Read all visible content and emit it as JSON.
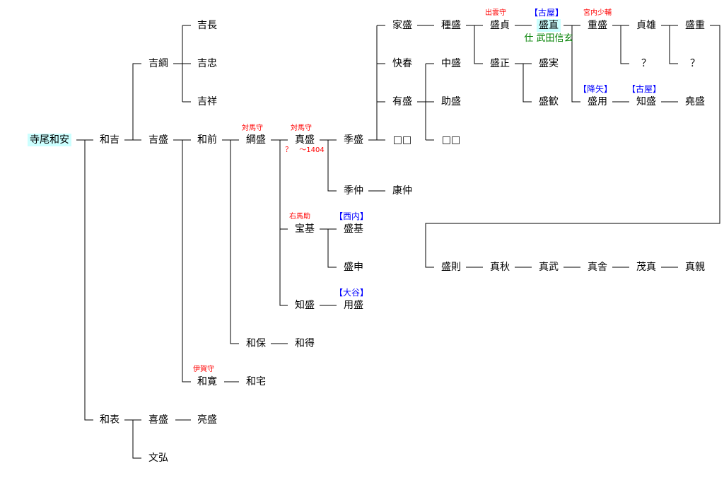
{
  "colors": {
    "title": "#ff0000",
    "clan": "#0000ff",
    "service": "#008000",
    "highlight": "#ccffff"
  },
  "nodes": {
    "n0": "寺尾和安",
    "n1": "和吉",
    "n2": "和表",
    "n3": "吉綱",
    "n4": "吉盛",
    "n5": "喜盛",
    "n6": "文弘",
    "n7": "吉長",
    "n8": "吉忠",
    "n9": "吉祥",
    "n10": "和前",
    "n11": "和寛",
    "n12": "亮盛",
    "n13": "綱盛",
    "n14": "和保",
    "n15": "和宅",
    "n16": "真盛",
    "n17": "宝基",
    "n18": "知盛",
    "n19": "和得",
    "n20": "季盛",
    "n21": "季仲",
    "n22": "盛基",
    "n23": "盛申",
    "n24": "用盛",
    "n25": "家盛",
    "n26": "快春",
    "n27": "有盛",
    "n28": "□□",
    "n29": "康仲",
    "n30": "種盛",
    "n31": "中盛",
    "n32": "助盛",
    "n33": "□□",
    "n34": "盛則",
    "n35": "盛貞",
    "n36": "盛正",
    "n37": "真秋",
    "n38": "盛直",
    "n39": "盛実",
    "n40": "盛歓",
    "n41": "真武",
    "n42": "重盛",
    "n43": "盛用",
    "n44": "真舎",
    "n45": "貞雄",
    "n46": "？",
    "n47": "知盛",
    "n48": "茂真",
    "n49": "盛重",
    "n50": "？",
    "n51": "堯盛",
    "n52": "真親"
  },
  "annotations": {
    "tsunamori_title": "対馬守",
    "sanemori_title": "対馬守",
    "sanemori_dates": "？　～1404",
    "takamoto_title": "右馬助",
    "kazuhiro_title": "伊賀守",
    "morisada_title": "出雲守",
    "shigemori_title": "宮内少輔",
    "morimoto_clan": "【西内】",
    "yomori_clan": "【大谷】",
    "morinao_clan": "【古屋】",
    "moriyo_clan": "【降矢】",
    "tomomori_clan": "【古屋】",
    "morinao_service": "仕 武田信玄"
  }
}
